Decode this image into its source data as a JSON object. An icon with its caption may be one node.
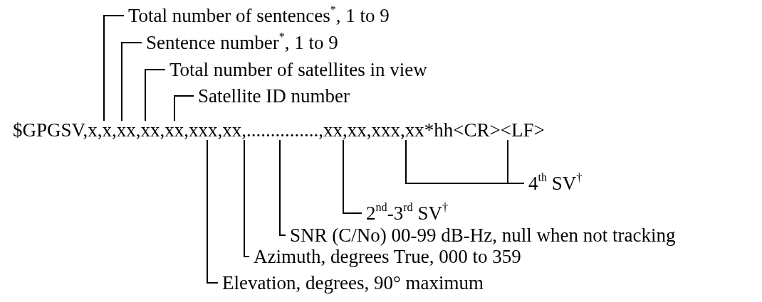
{
  "diagram": {
    "nodes": [
      {
        "text": [
          "Total number of sentences$^{*}$, 1 to 9"
        ]
      },
      {
        "text": [
          "Sentence number$^{*}$, 1 to 9"
        ]
      },
      {
        "text": [
          "Total number of satellites in view"
        ]
      },
      {
        "text": [
          "Satellite ID number"
        ]
      },
      {
        "text": [
          "$GPGSV,x,x,xx,xx,xx,xxx,xx,...............,xx,xx,xxx,xx*hh<CR><LF>"
        ]
      },
      {
        "text": [
          "4$^{th}$ SV$^{†}$"
        ]
      },
      {
        "text": [
          "2$^{nd}$-3$^{rd}$ SV$^{†}$"
        ]
      },
      {
        "text": [
          "SNR (C/No) 00-99 dB-Hz, null when not tracking"
        ]
      },
      {
        "text": [
          "Azimuth, degrees True, 000 to 359"
        ]
      },
      {
        "text": [
          "Elevation, degrees, 90° maximum"
        ]
      }
    ],
    "edges": [
      {
        "from": 0,
        "to": 4,
        "arrow": "none"
      },
      {
        "from": 1,
        "to": 4,
        "arrow": "none"
      },
      {
        "from": 2,
        "to": 4,
        "arrow": "none"
      },
      {
        "from": 3,
        "to": 4,
        "arrow": "none"
      },
      {
        "from": 5,
        "to": 4,
        "arrow": "none"
      },
      {
        "from": 5,
        "to": 4,
        "arrow": "none"
      },
      {
        "from": 6,
        "to": 4,
        "arrow": "none"
      },
      {
        "from": 7,
        "to": 4,
        "arrow": "none"
      },
      {
        "from": 8,
        "to": 4,
        "arrow": "none"
      },
      {
        "from": 9,
        "to": 4,
        "arrow": "none"
      }
    ]
  }
}
